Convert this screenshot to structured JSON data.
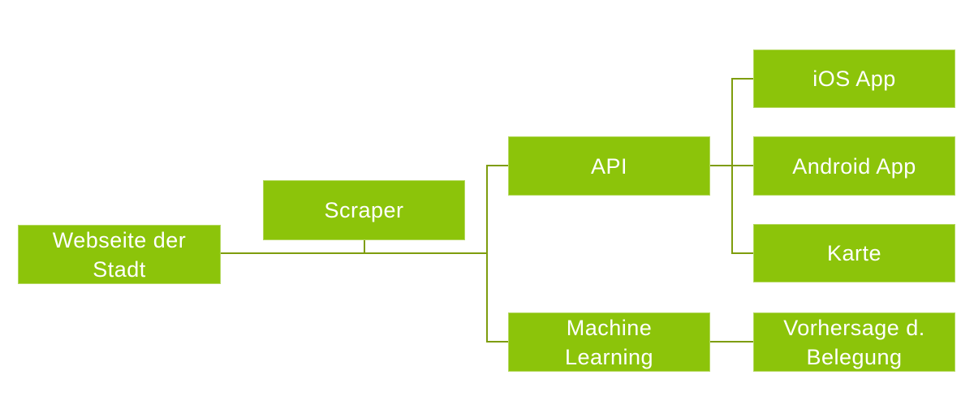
{
  "diagram": {
    "type": "hierarchy-flow",
    "colors": {
      "background": "#ffffff",
      "node_fill": "#8CC40A",
      "connector": "#7E9D0D",
      "node_text": "#ffffff"
    },
    "nodes": [
      {
        "id": "webseite",
        "label": "Webseite der\nStadt"
      },
      {
        "id": "scraper",
        "label": "Scraper"
      },
      {
        "id": "api",
        "label": "API"
      },
      {
        "id": "ml",
        "label": "Machine\nLearning"
      },
      {
        "id": "ios",
        "label": "iOS App"
      },
      {
        "id": "android",
        "label": "Android App"
      },
      {
        "id": "karte",
        "label": "Karte"
      },
      {
        "id": "vorhersage",
        "label": "Vorhersage d.\nBelegung"
      }
    ],
    "edges": [
      {
        "from": "webseite",
        "to": "scraper"
      },
      {
        "from": "scraper",
        "to": "api"
      },
      {
        "from": "scraper",
        "to": "ml"
      },
      {
        "from": "api",
        "to": "ios"
      },
      {
        "from": "api",
        "to": "android"
      },
      {
        "from": "api",
        "to": "karte"
      },
      {
        "from": "ml",
        "to": "vorhersage"
      }
    ]
  }
}
